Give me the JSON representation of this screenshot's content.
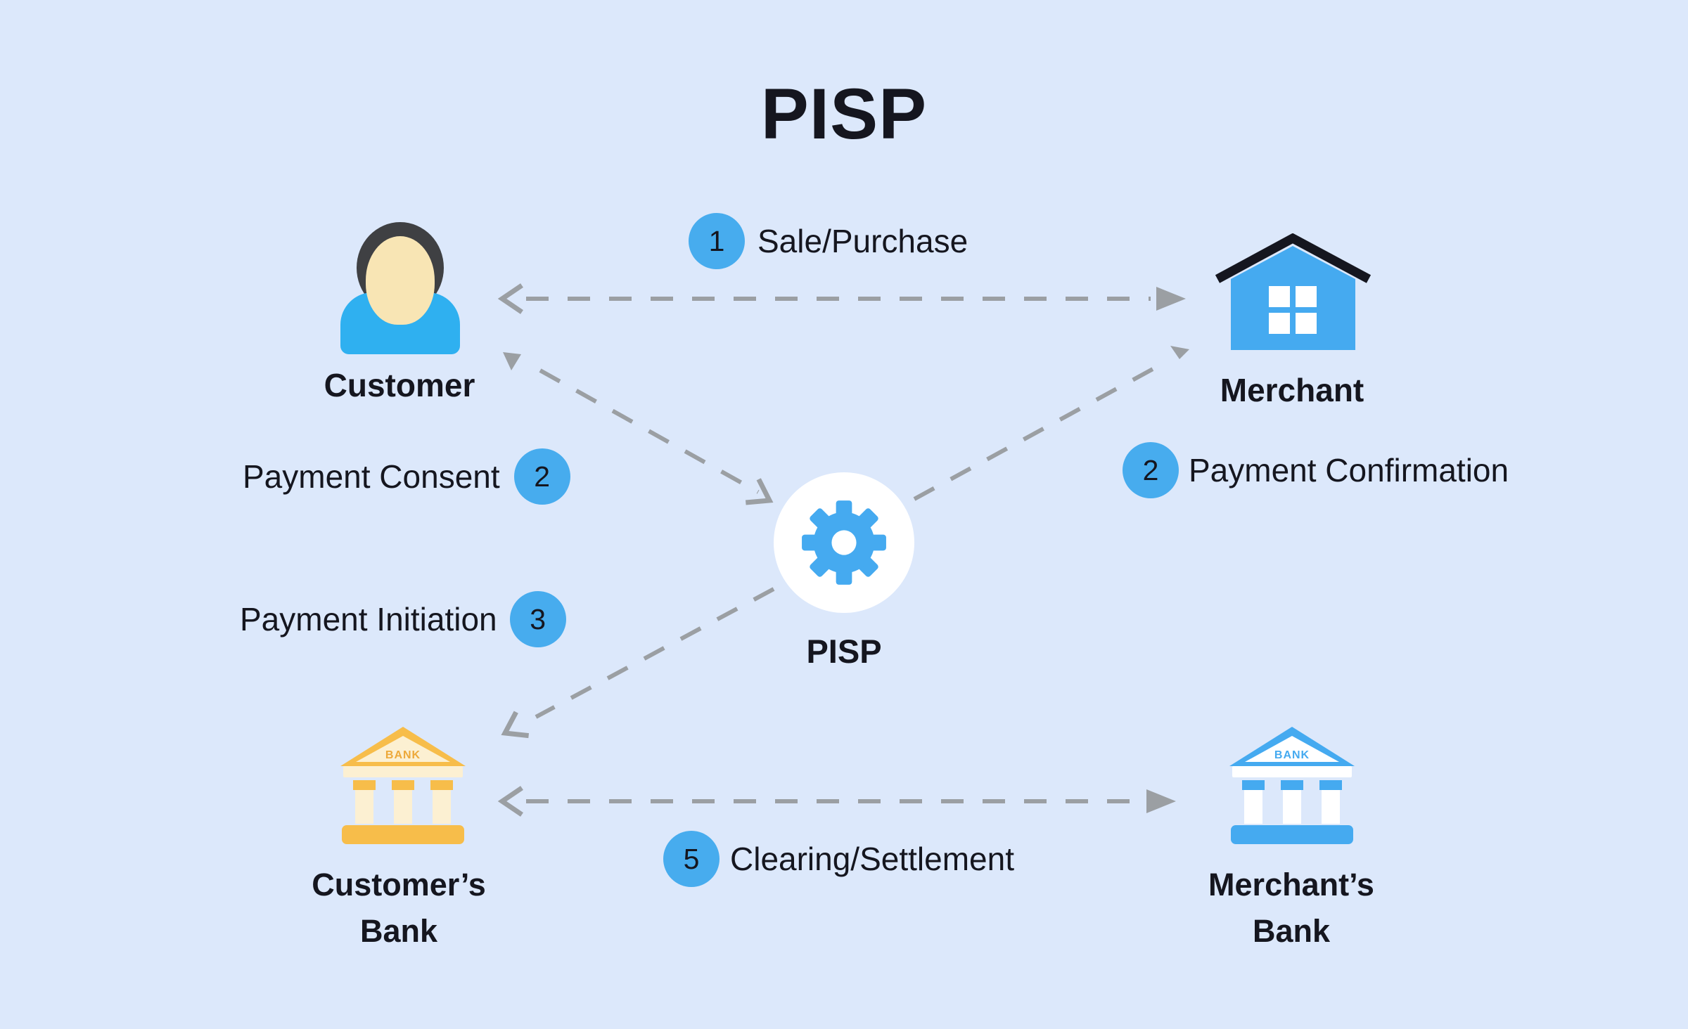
{
  "title": "PISP",
  "colors": {
    "background": "#dce8fb",
    "ink": "#15161f",
    "blue": "#45aaf0",
    "badgeBlue": "#47acee",
    "shirt": "#2fb0f0",
    "arrow": "#9b9fa3",
    "bankYellow": "#f7bd4a",
    "bankCream": "#fcf0d2",
    "bankSignYellow": "#eda93a",
    "skin": "#f8e5b4",
    "hair": "#3f4043",
    "white": "#ffffff"
  },
  "nodes": {
    "customer": {
      "label": "Customer"
    },
    "merchant": {
      "label": "Merchant"
    },
    "pisp": {
      "label": "PISP"
    },
    "customer_bank": {
      "line1": "Customer’s",
      "line2": "Bank"
    },
    "merchant_bank": {
      "line1": "Merchant’s",
      "line2": "Bank"
    },
    "bank_sign": "BANK"
  },
  "steps": [
    {
      "number": "1",
      "label": "Sale/Purchase"
    },
    {
      "number": "2",
      "label": "Payment Consent"
    },
    {
      "number": "2",
      "label": "Payment Confirmation"
    },
    {
      "number": "3",
      "label": "Payment Initiation"
    },
    {
      "number": "5",
      "label": "Clearing/Settlement"
    }
  ]
}
